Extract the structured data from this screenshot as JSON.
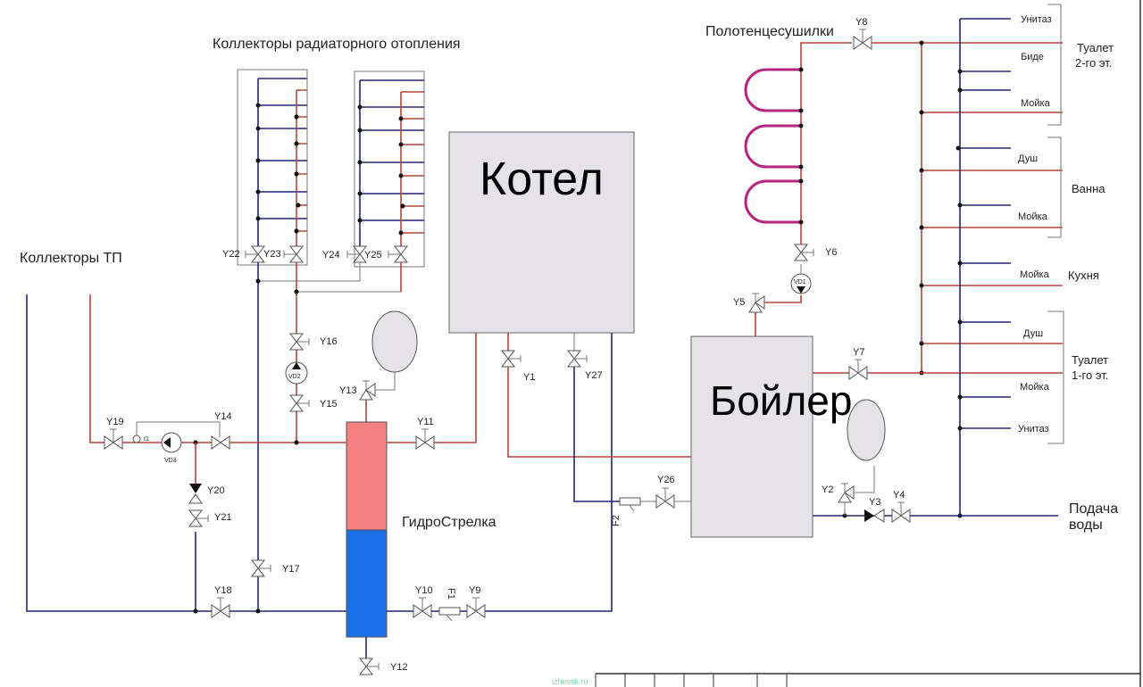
{
  "title": "Коллекторы радиаторного отопления",
  "labels": {
    "tp_collectors": "Коллекторы ТП",
    "radiator_collectors": "Коллекторы радиаторного отопления",
    "towel_dryers": "Полотенцесушилки",
    "boiler_unit": "Котел",
    "water_heater": "Бойлер",
    "hydro_separator": "ГидроСтрелка",
    "water_supply_line1": "Подача",
    "water_supply_line2": "воды",
    "watermark": "izhevsk.ru"
  },
  "colors": {
    "hot_pipe": "#b0463c",
    "cold_pipe": "#25257a",
    "towel_coil": "#b8257e",
    "separator_hot": "#f47f7f",
    "separator_cold": "#1b6fe6",
    "equipment_fill": "#e6e3e8"
  },
  "valves": [
    "Y1",
    "Y2",
    "Y3",
    "Y4",
    "Y5",
    "Y6",
    "Y7",
    "Y8",
    "Y9",
    "Y10",
    "Y11",
    "Y12",
    "Y13",
    "Y14",
    "Y15",
    "Y16",
    "Y17",
    "Y18",
    "Y19",
    "Y20",
    "Y21",
    "Y22",
    "Y23",
    "Y24",
    "Y25",
    "Y26",
    "Y27"
  ],
  "pumps": [
    "VD1",
    "VD2",
    "VD3"
  ],
  "filters": [
    "F1",
    "F2"
  ],
  "sensor": "t1",
  "fixtures": [
    {
      "name": "Унитаз"
    },
    {
      "name": "Биде"
    },
    {
      "name": "Мойка"
    },
    {
      "name": "Душ"
    },
    {
      "name": "Мойка"
    },
    {
      "name": "Мойка"
    },
    {
      "name": "Душ"
    },
    {
      "name": "Мойка"
    },
    {
      "name": "Унитаз"
    }
  ],
  "rooms": [
    {
      "line1": "Туалет",
      "line2": "2-го эт."
    },
    {
      "line1": "Ванна",
      "line2": ""
    },
    {
      "line1": "Кухня",
      "line2": ""
    },
    {
      "line1": "Туалет",
      "line2": "1-го эт."
    }
  ]
}
